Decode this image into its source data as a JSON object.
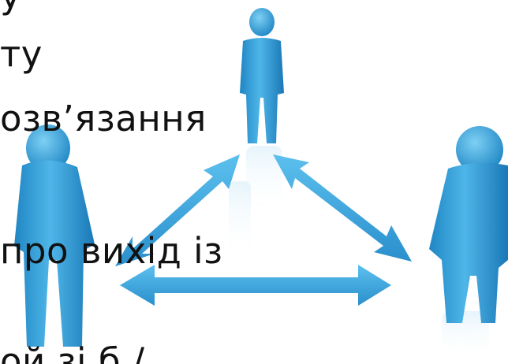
{
  "text_lines": [
    "у",
    "ту",
    "озв’язання",
    "про вихід із",
    "ой    зі б    /"
  ]
}
